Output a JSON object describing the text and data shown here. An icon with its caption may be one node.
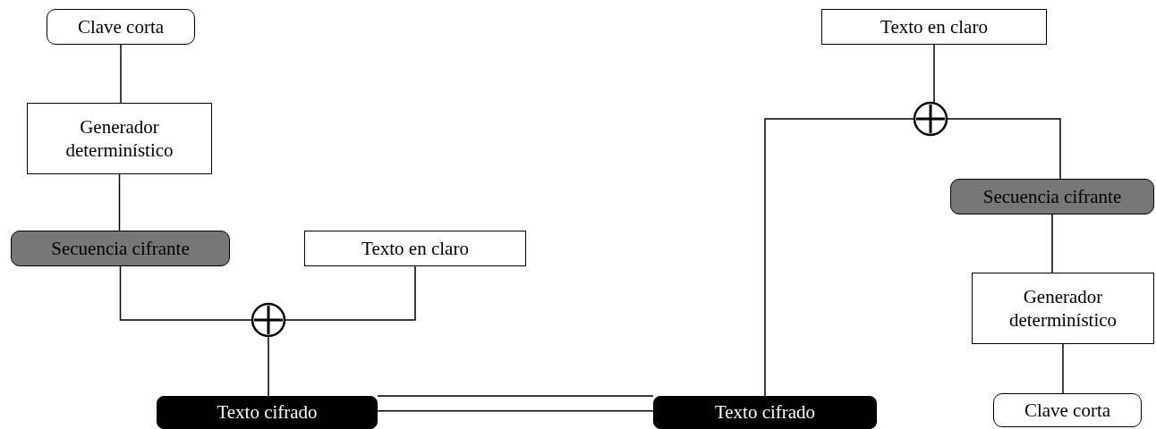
{
  "diagram": {
    "nodes": [
      {
        "text": [
          "Clave corta"
        ]
      },
      {
        "text": [
          "Generador determinístico"
        ]
      },
      {
        "text": [
          "Secuencia cifrante"
        ]
      },
      {
        "text": [
          "Texto en claro"
        ]
      },
      {
        "text": [],
        "shape": "circle"
      },
      {
        "text": [
          "Texto cifrado"
        ]
      },
      {
        "text": [
          "Texto en claro"
        ]
      },
      {
        "text": [],
        "shape": "circle"
      },
      {
        "text": [
          "Texto cifrado"
        ]
      },
      {
        "text": [
          "Secuencia cifrante"
        ]
      },
      {
        "text": [
          "Generador determinístico"
        ]
      },
      {
        "text": [
          "Clave corta"
        ]
      }
    ],
    "edges": [
      {
        "from": 0,
        "to": 1,
        "arrow": "none"
      },
      {
        "from": 1,
        "to": 2,
        "arrow": "none"
      },
      {
        "from": 2,
        "to": 4,
        "arrow": "none"
      },
      {
        "from": 3,
        "to": 4,
        "arrow": "none"
      },
      {
        "from": 4,
        "to": 5,
        "arrow": "none"
      },
      {
        "from": 5,
        "to": 8,
        "arrow": "none"
      },
      {
        "from": 8,
        "to": 7,
        "arrow": "none"
      },
      {
        "from": 6,
        "to": 7,
        "arrow": "none"
      },
      {
        "from": 7,
        "to": 9,
        "arrow": "none"
      },
      {
        "from": 9,
        "to": 10,
        "arrow": "none"
      },
      {
        "from": 10,
        "to": 11,
        "arrow": "none"
      }
    ]
  }
}
